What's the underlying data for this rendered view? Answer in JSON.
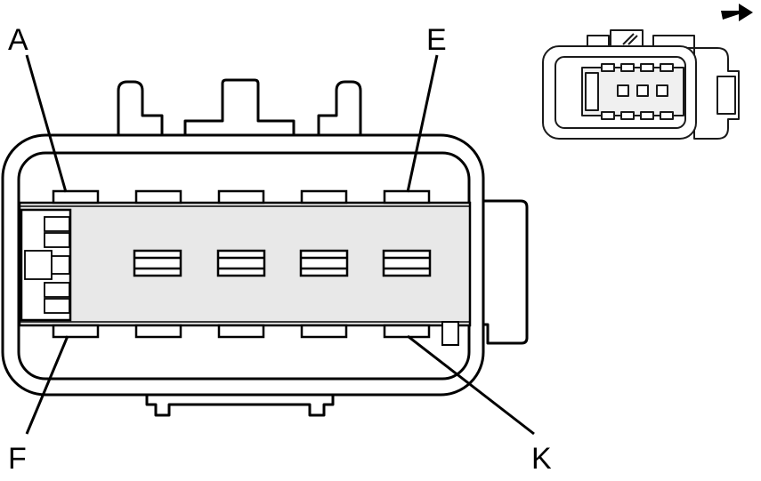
{
  "diagram": {
    "pin_labels": {
      "a": "A",
      "e": "E",
      "f": "F",
      "k": "K"
    },
    "top_row_pins": 5,
    "bottom_row_pins": 5,
    "center_terminals": 4,
    "colors": {
      "line": "#000000",
      "housing_fill": "#ffffff",
      "insert_fill": "#e8e8e8",
      "thumbnail_line": "#1a1a1a"
    },
    "view_direction_arrow": "right-arrow-icon"
  }
}
